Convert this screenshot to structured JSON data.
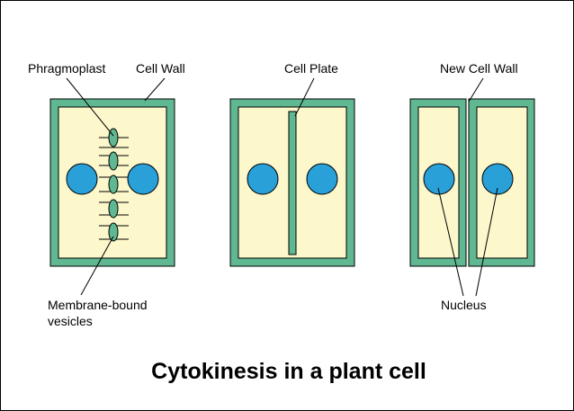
{
  "title": "Cytokinesis in a plant cell",
  "labels": {
    "phragmoplast": "Phragmoplast",
    "cell_wall": "Cell Wall",
    "cell_plate": "Cell Plate",
    "new_cell_wall": "New Cell Wall",
    "membrane_line1": "Membrane-bound",
    "membrane_line2": "vesicles",
    "nucleus": "Nucleus"
  },
  "colors": {
    "wall": "#5fb891",
    "cytoplasm": "#fdf7cc",
    "nucleus": "#2aa0d8",
    "outline": "#000000",
    "background": "#ffffff"
  }
}
